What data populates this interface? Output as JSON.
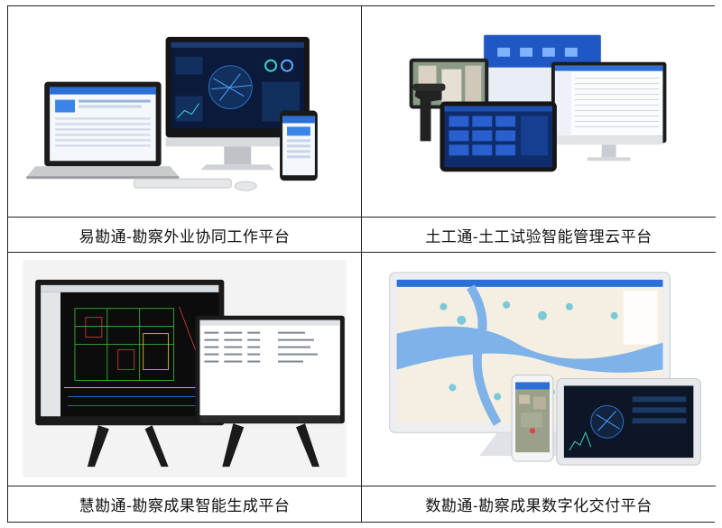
{
  "platforms": [
    {
      "caption": "易勘通-勘察外业协同工作平台",
      "image_icon": "laptop-monitor-phone-image"
    },
    {
      "caption": "土工通-土工试验智能管理云平台",
      "image_icon": "tablet-scanner-monitor-image"
    },
    {
      "caption": "慧勘通-勘察成果智能生成平台",
      "image_icon": "dual-monitor-cad-image"
    },
    {
      "caption": "数勘通-勘察成果数字化交付平台",
      "image_icon": "monitor-map-tablet-phone-image"
    }
  ]
}
